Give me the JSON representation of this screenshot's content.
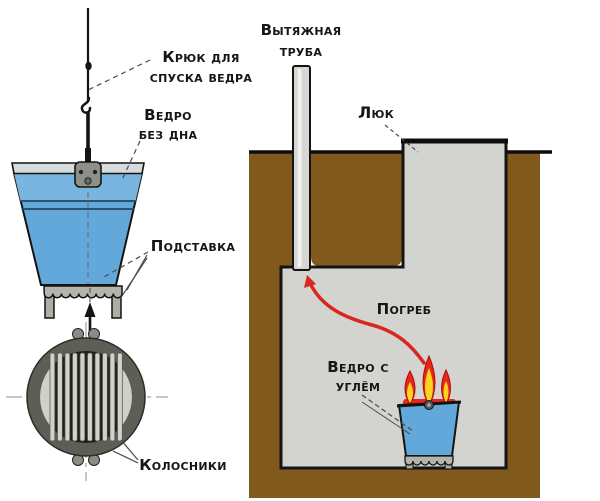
{
  "left_panel": {
    "hook_label": "Крюк для\nспуска ведра",
    "bucket_label": "Ведро\nбез дна",
    "stand_label": "Подставка",
    "grate_label": "Колосники"
  },
  "right_panel": {
    "pipe_label": "Вытяжная\nтруба",
    "hatch_label": "Люк",
    "cellar_label": "Погреб",
    "coal_bucket_label": "Ведро с\nуглём"
  },
  "colors": {
    "bucket_blue": "#63a8da",
    "bucket_blue_light": "#79b5e1",
    "soil_brown": "#82591d",
    "cellar_gray": "#d3d3cf",
    "metal_gray": "#b4b4ae",
    "pipe_gray": "#d6d6d2",
    "grate_ring_gray": "#5f5e56",
    "fire_red": "#e8251c",
    "fire_yellow": "#ffd41e",
    "arrow_red": "#d9261f",
    "outline_black": "#141414"
  }
}
